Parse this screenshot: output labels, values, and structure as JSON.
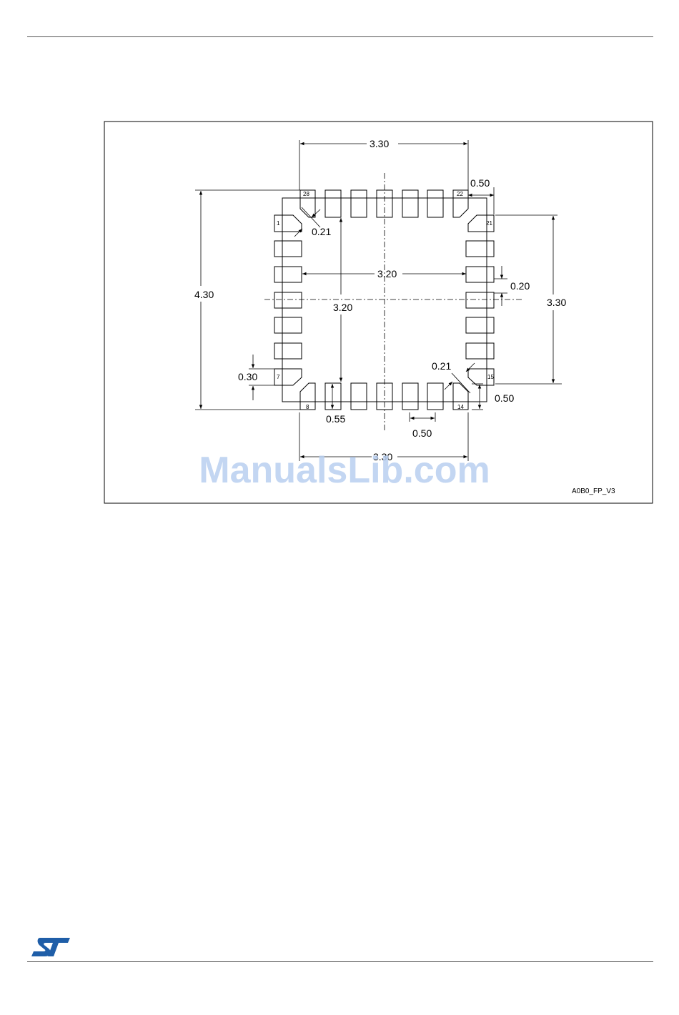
{
  "figure": {
    "id_label": "A0B0_FP_V3",
    "watermark": "ManualsLib.com"
  },
  "dimensions": {
    "top_width": "3.30",
    "top_right_pitch": "0.50",
    "chamfer_top_left": "0.21",
    "inner_width": "3.20",
    "inner_height": "3.20",
    "right_pad_height": "0.20",
    "right_height": "3.30",
    "left_height": "4.30",
    "left_pad_height": "0.30",
    "chamfer_bottom_right": "0.21",
    "bottom_right_pitch": "0.50",
    "pad_length": "0.55",
    "bottom_pitch": "0.50",
    "bottom_width": "3.30"
  },
  "pins": {
    "p1": "1",
    "p7": "7",
    "p8": "8",
    "p14": "14",
    "p15": "15",
    "p21": "21",
    "p22": "22",
    "p28": "28"
  },
  "colors": {
    "line": "#000000",
    "watermark": "#b8cff0",
    "st_logo": "#1f5ea8"
  },
  "logo": {
    "name": "st-logo"
  }
}
